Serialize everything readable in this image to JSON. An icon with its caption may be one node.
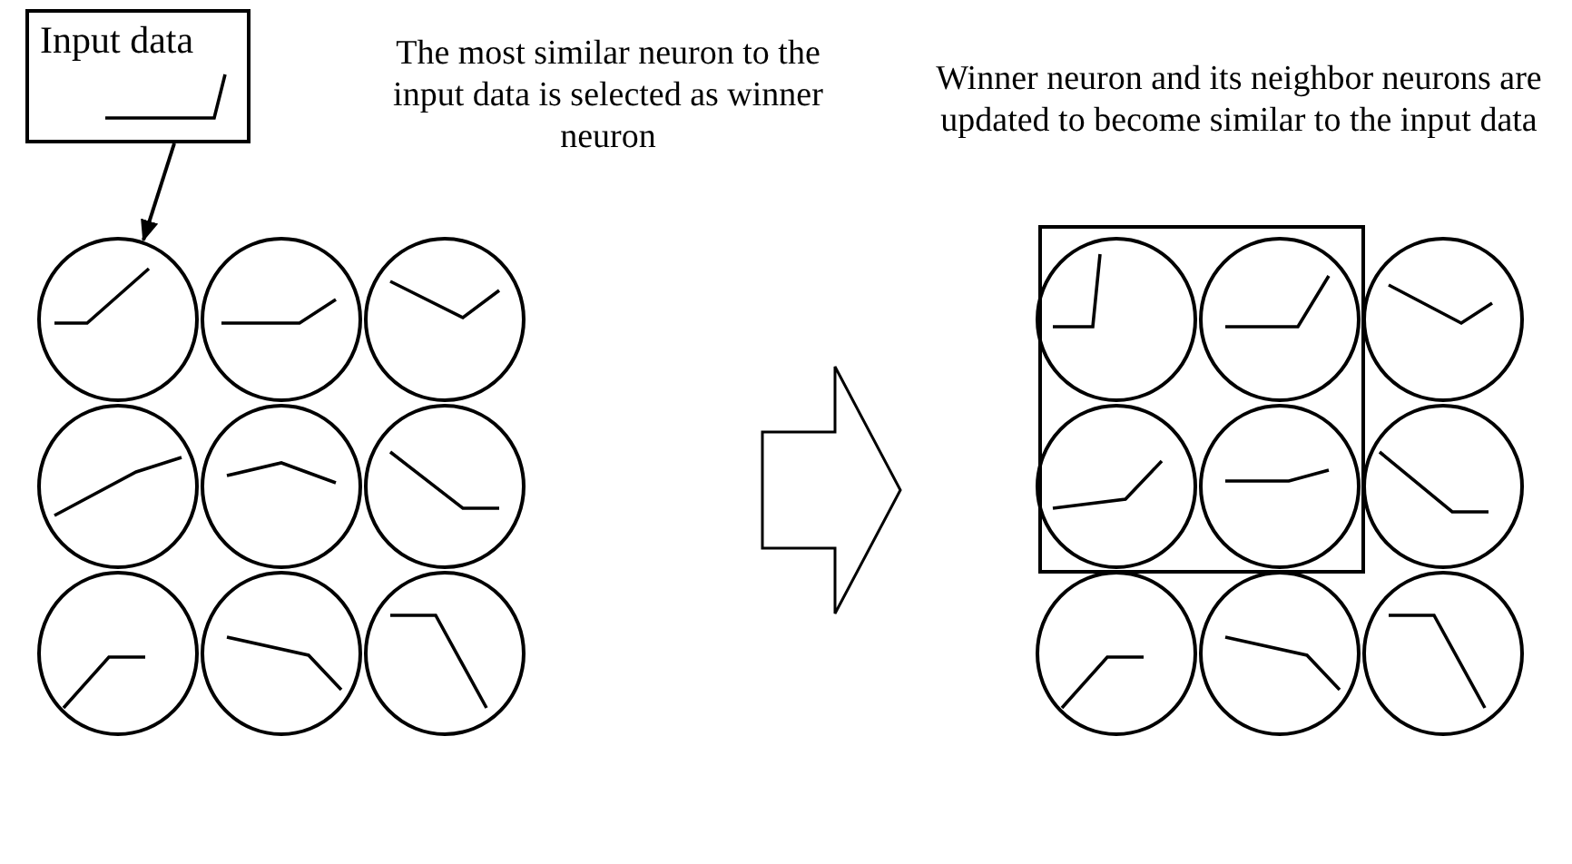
{
  "diagram": {
    "nodes": [
      {
        "text": [
          "Input data"
        ]
      },
      {
        "text": [],
        "shape": "circle"
      },
      {
        "text": [],
        "shape": "circle"
      },
      {
        "text": [],
        "shape": "circle"
      },
      {
        "text": [],
        "shape": "circle"
      },
      {
        "text": [],
        "shape": "circle"
      },
      {
        "text": [],
        "shape": "circle"
      },
      {
        "text": [],
        "shape": "circle"
      },
      {
        "text": [],
        "shape": "circle"
      },
      {
        "text": [],
        "shape": "circle"
      },
      {
        "text": [],
        "shape": "box"
      },
      {
        "text": [],
        "shape": "circle",
        "in": 10
      },
      {
        "text": [],
        "shape": "circle",
        "in": 10
      },
      {
        "text": [],
        "shape": "circle"
      },
      {
        "text": [],
        "shape": "circle",
        "in": 10
      },
      {
        "text": [],
        "shape": "circle",
        "in": 10
      },
      {
        "text": [],
        "shape": "circle"
      },
      {
        "text": [],
        "shape": "circle"
      },
      {
        "text": [],
        "shape": "circle"
      },
      {
        "text": [],
        "shape": "circle"
      }
    ],
    "edges": [
      {
        "from": 0,
        "to": 1,
        "arrow": "to"
      }
    ],
    "labels": [
      "The most similar neuron to the input data is selected as winner neuron",
      "Winner neuron and its neighbor neurons are updated to become similar to the input data"
    ]
  }
}
